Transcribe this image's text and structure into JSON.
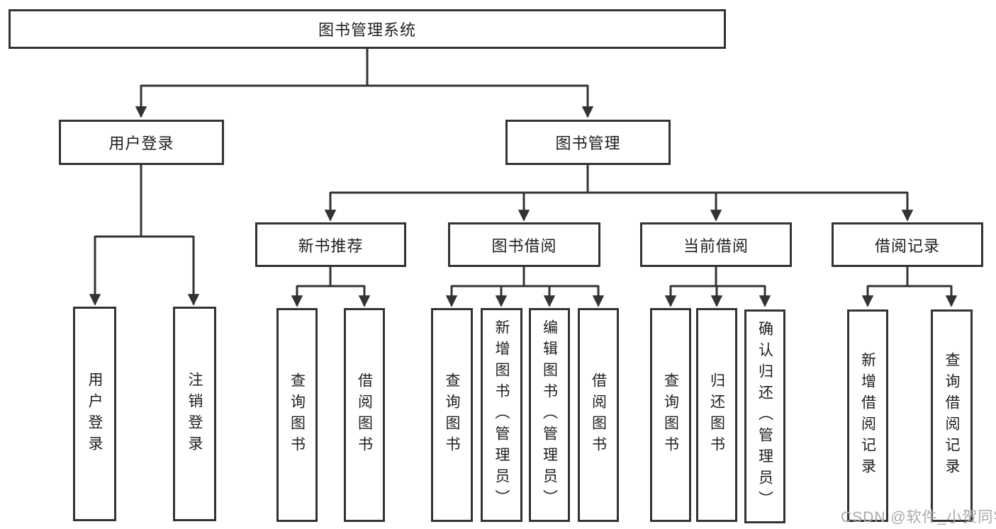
{
  "colors": {
    "line": "#333333",
    "text": "#1f1f1f",
    "watermark": "#a8a8a8",
    "background": "#ffffff"
  },
  "diagram": {
    "root": {
      "label": "图书管理系统"
    },
    "branches": [
      {
        "label": "用户登录",
        "children": [
          "用户登录",
          "注销登录"
        ]
      },
      {
        "label": "图书管理",
        "children": [
          {
            "label": "新书推荐",
            "children": [
              "查询图书",
              "借阅图书"
            ]
          },
          {
            "label": "图书借阅",
            "children": [
              "查询图书",
              "新增图书（管理员）",
              "编辑图书（管理员）",
              "借阅图书"
            ]
          },
          {
            "label": "当前借阅",
            "children": [
              "查询图书",
              "归还图书",
              "确认归还（管理员）"
            ]
          },
          {
            "label": "借阅记录",
            "children": [
              "新增借阅记录",
              "查询借阅记录"
            ]
          }
        ]
      }
    ]
  },
  "watermark": {
    "text": "CSDN @软件_小贺同学"
  }
}
